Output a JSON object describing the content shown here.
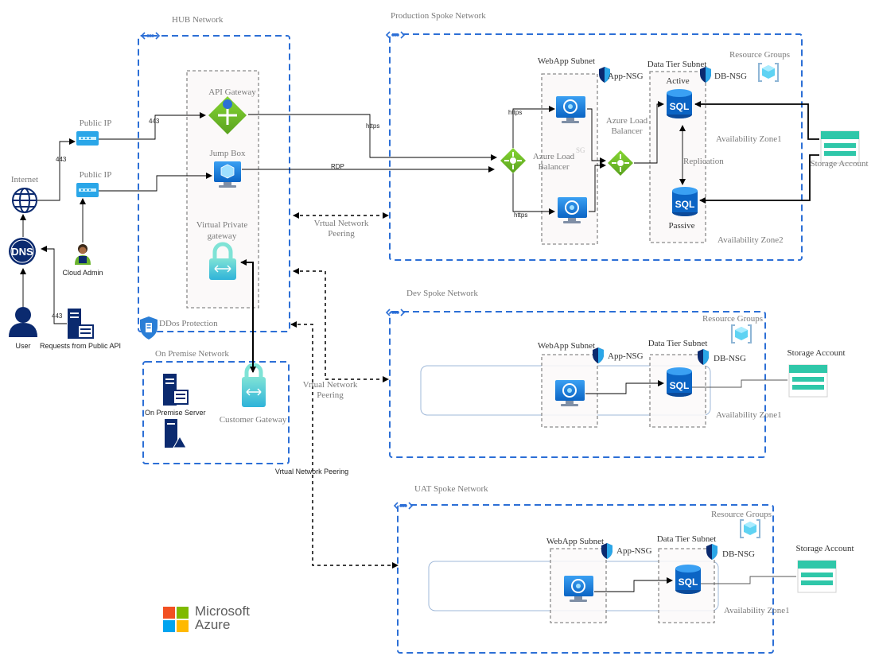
{
  "groups": {
    "hub": "HUB Network",
    "production": "Production Spoke Network",
    "dev": "Dev Spoke Network",
    "uat": "UAT Spoke Network",
    "on_premise": "On Premise Network"
  },
  "left": {
    "internet": "Internet",
    "dns": "DNS",
    "user": "User",
    "public_api": "Requests from Public API",
    "cloud_admin": "Cloud Admin",
    "public_ip_1": "Public IP",
    "public_ip_2": "Public IP",
    "port_internet": "443",
    "port_gateway": "443",
    "port_api": "443"
  },
  "hub": {
    "api_gateway": "API Gateway",
    "jump_box": "Jump Box",
    "vpn_gateway_line1": "Virtual Private",
    "vpn_gateway_line2": "gateway",
    "ddos": "DDos Protection"
  },
  "on_premise": {
    "server": "On Premise Server",
    "customer_gateway": "Customer Gateway"
  },
  "peering": {
    "prod_line1": "Vrtual Network",
    "prod_line2": "Peering",
    "dev_line1": "Vrtual Network",
    "dev_line2": "Peering",
    "uat": "Vrtual Network Peering"
  },
  "production": {
    "webapp_subnet": "WebApp Subnet",
    "app_nsg": "App-NSG",
    "data_tier_subnet": "Data Tier Subnet",
    "db_nsg": "DB-NSG",
    "resource_groups": "Resource Groups",
    "lb1_line1": "Azure Load",
    "lb1_line2": "Balancer",
    "lb2_line1": "Azure Load",
    "lb2_line2": "Balancer",
    "lb_fragment": "SG",
    "https_1": "https",
    "https_2": "https",
    "https_3": "https",
    "rdp": "RDP",
    "active": "Active",
    "passive": "Passive",
    "replication": "Replication",
    "zone1": "Availability Zone1",
    "zone2": "Availability Zone2",
    "storage": "Storage Account",
    "sql_active": "SQL",
    "sql_passive": "SQL"
  },
  "dev": {
    "webapp_subnet": "WebApp Subnet",
    "app_nsg": "App-NSG",
    "data_tier_subnet": "Data Tier Subnet",
    "db_nsg": "DB-NSG",
    "resource_groups": "Resource Groups",
    "zone1": "Availability Zone1",
    "storage": "Storage Account",
    "sql": "SQL"
  },
  "uat": {
    "webapp_subnet": "WebApp Subnet",
    "app_nsg": "App-NSG",
    "data_tier_subnet": "Data Tier Subnet",
    "db_nsg": "DB-NSG",
    "resource_groups": "Resource Groups",
    "zone1": "Availability Zone1",
    "storage": "Storage Account",
    "sql": "SQL"
  },
  "logo": {
    "line1": "Microsoft",
    "line2": "Azure"
  },
  "colors": {
    "vnet_border": "#2c6fd6",
    "subnet_border": "#8a8a8a",
    "azure_blue": "#0078d4",
    "dark_navy": "#0b2a6f",
    "green": "#6ab42d",
    "teal": "#4ed1c1",
    "label_gray": "#7a7a7a",
    "ms_red": "#f25022",
    "ms_green": "#7fba00",
    "ms_blue": "#00a4ef",
    "ms_yellow": "#ffb900"
  }
}
